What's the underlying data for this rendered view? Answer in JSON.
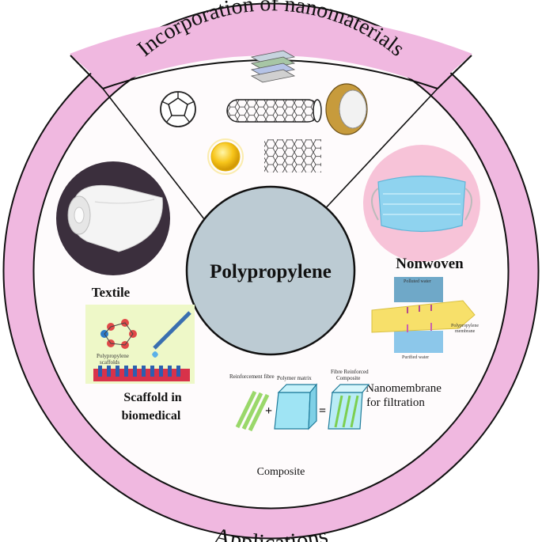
{
  "ring": {
    "top_label": "Incorporation of nanomaterials",
    "bottom_label": "Applications"
  },
  "center": {
    "label": "Polypropylene"
  },
  "applications": {
    "textile": "Textile",
    "nonwoven": "Nonwoven",
    "scaffold_line1": "Scaffold in",
    "scaffold_line2": "biomedical",
    "nanomembrane_line1": "Nanomembrane",
    "nanomembrane_line2": "for filtration",
    "composite": "Composite"
  },
  "inset_labels": {
    "scaffold_caption_1": "Polypropylene",
    "scaffold_caption_2": "scaffolds",
    "filter_polluted": "Polluted water",
    "filter_membrane_1": "Polypropylene",
    "filter_membrane_2": "membrane",
    "filter_purified": "Purified water",
    "composite_reinforcement": "Reinforcement fibre",
    "composite_matrix": "Polymer matrix",
    "composite_result_1": "Fibre Reinforced",
    "composite_result_2": "Composite"
  },
  "colors": {
    "ring_fill": "#f0b8e0",
    "inner_fill": "#fefbfc",
    "center_fill": "#bccbd3",
    "outline": "#111111"
  }
}
